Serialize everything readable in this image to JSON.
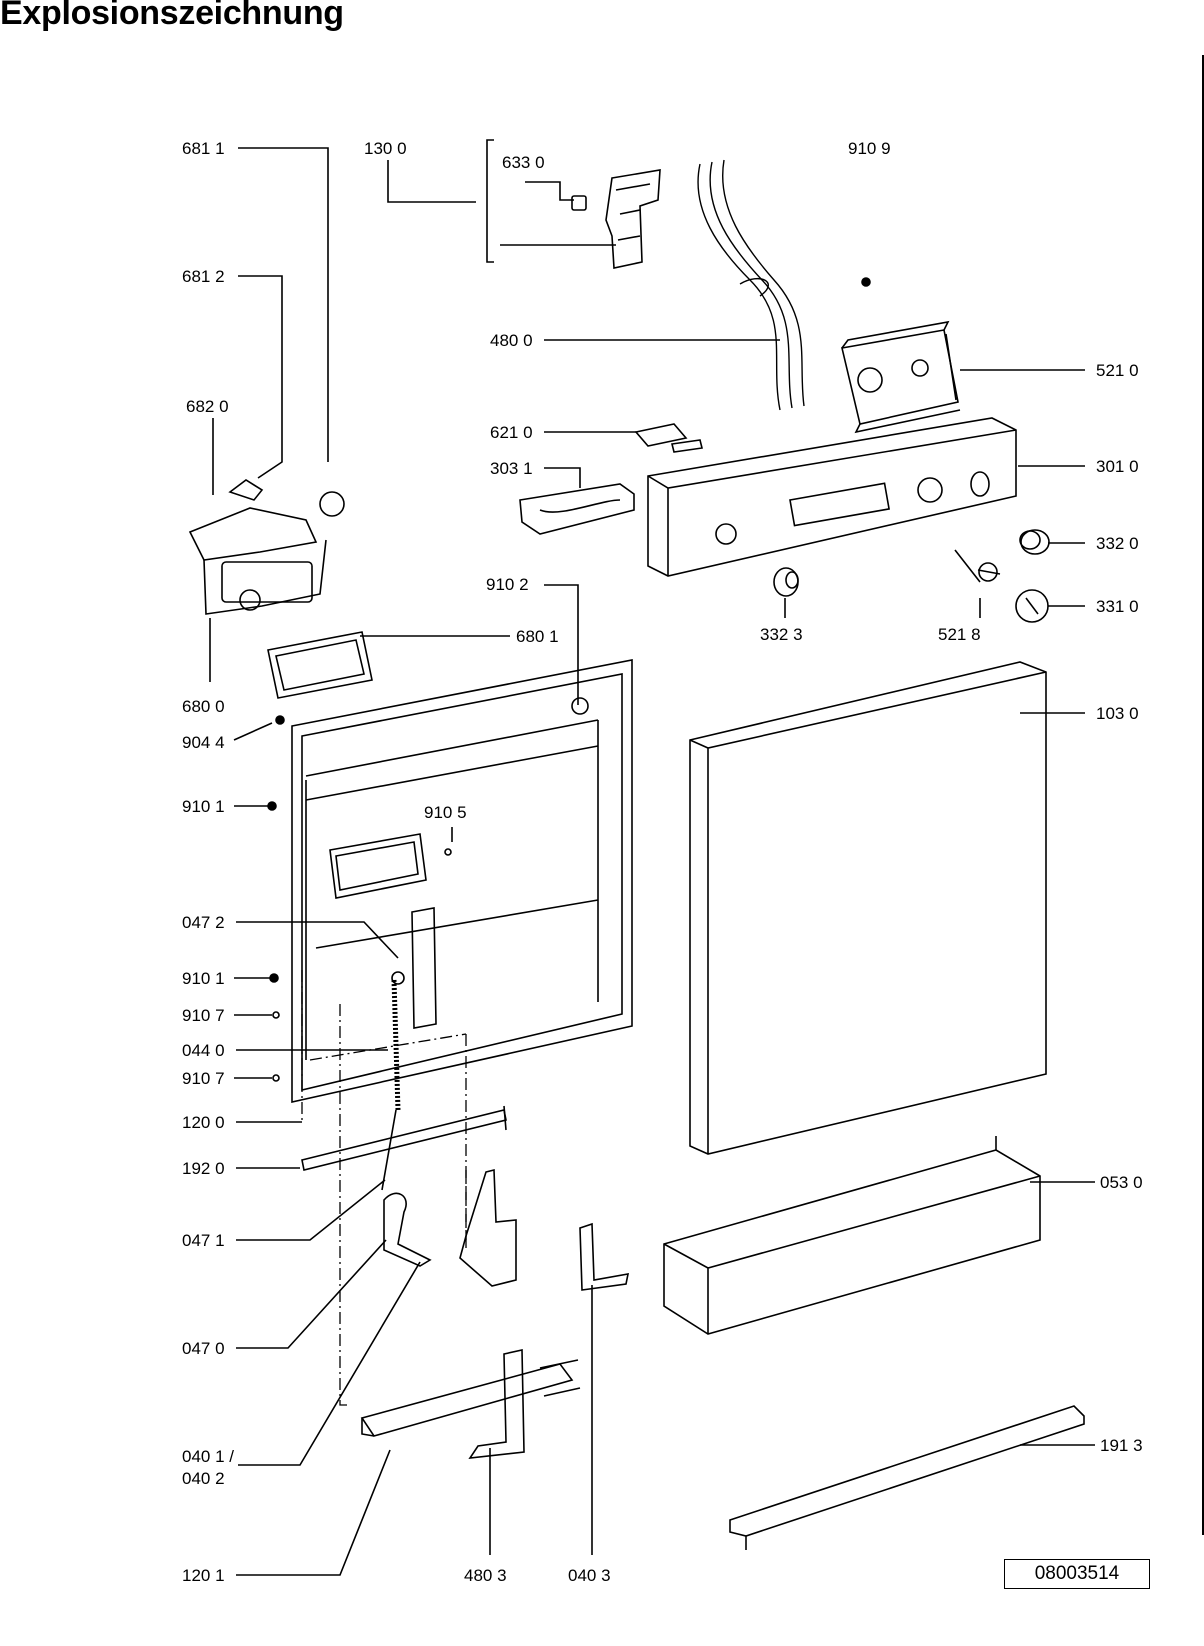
{
  "title": "Explosionszeichnung",
  "reference_number": "08003514",
  "parts": {
    "p6811": "681 1",
    "p1300": "130 0",
    "p6330": "633 0",
    "p9109": "910 9",
    "p6812": "681 2",
    "p4800": "480 0",
    "p5210": "521 0",
    "p6820": "682 0",
    "p6210": "621 0",
    "p3031": "303 1",
    "p3010": "301 0",
    "p3320": "332 0",
    "p9102": "910 2",
    "p3310": "331 0",
    "p3323": "332 3",
    "p5218": "521 8",
    "p6801": "680 1",
    "p6800": "680 0",
    "p1030": "103 0",
    "p9044": "904 4",
    "p9101a": "910 1",
    "p9105": "910 5",
    "p0472": "047 2",
    "p9101b": "910 1",
    "p9107a": "910 7",
    "p0440": "044 0",
    "p9107b": "910 7",
    "p1200": "120 0",
    "p1920": "192 0",
    "p0530": "053 0",
    "p0471": "047 1",
    "p0470": "047 0",
    "p0401": "040 1 /",
    "p0402": "040 2",
    "p1913": "191 3",
    "p1201": "120 1",
    "p4803": "480 3",
    "p0403": "040 3"
  }
}
